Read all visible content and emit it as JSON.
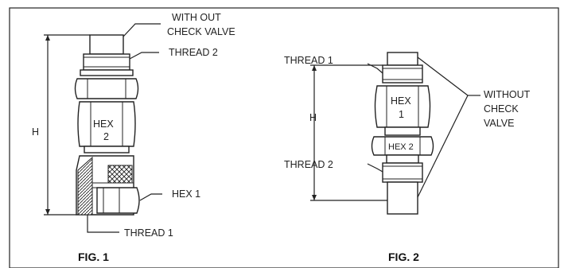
{
  "fig1": {
    "caption": "FIG. 1",
    "callout_check_line1": "WITH OUT",
    "callout_check_line2": "CHECK VALVE",
    "callout_thread2": "THREAD 2",
    "hex_top": "HEX",
    "hex_bottom": "2",
    "callout_hex1": "HEX 1",
    "callout_thread1": "THREAD 1",
    "dim_label": "H"
  },
  "fig2": {
    "caption": "FIG. 2",
    "callout_thread1": "THREAD 1",
    "callout_thread2": "THREAD 2",
    "hex1_top": "HEX",
    "hex1_bottom": "1",
    "hex2": "HEX 2",
    "callout_without_line1": "WITHOUT",
    "callout_without_line2": "CHECK",
    "callout_without_line3": "VALVE",
    "dim_label": "H"
  },
  "colors": {
    "line": "#222222",
    "background": "#ffffff"
  }
}
